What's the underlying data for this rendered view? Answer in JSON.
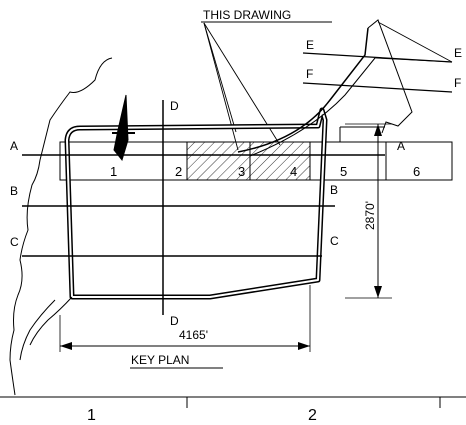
{
  "callout": {
    "text": "THIS DRAWING"
  },
  "sections": {
    "A": "A",
    "B": "B",
    "C": "C",
    "D": "D",
    "E": "E",
    "F": "F"
  },
  "zones": [
    "1",
    "2",
    "3",
    "4",
    "5",
    "6"
  ],
  "dimensions": {
    "width": "4165'",
    "height": "2870'"
  },
  "title": "KEY PLAN",
  "sheet_zones": [
    "1",
    "2"
  ]
}
